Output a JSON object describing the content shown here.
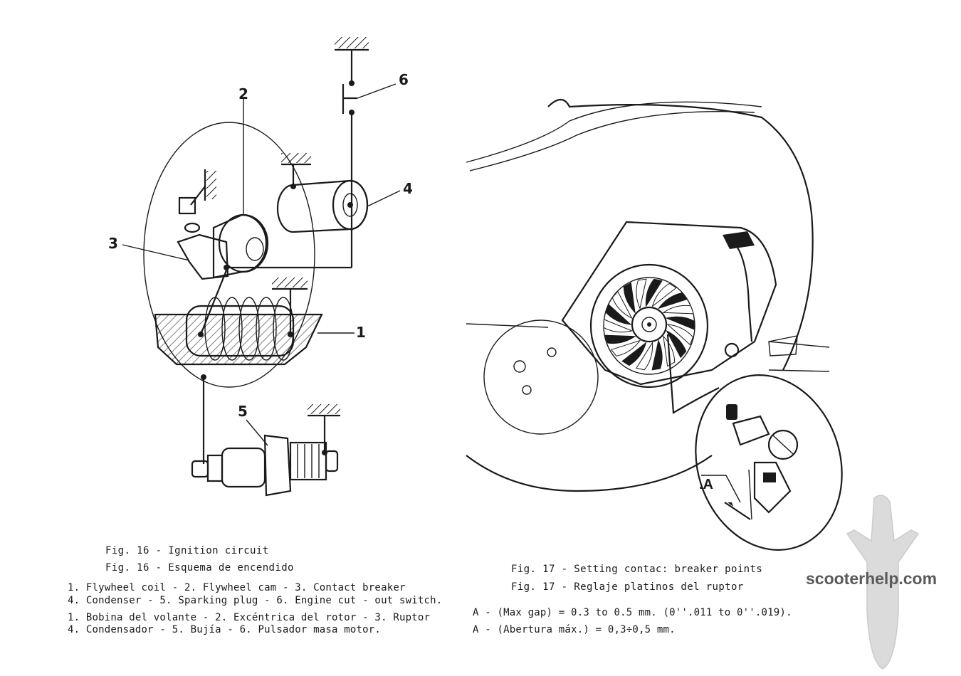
{
  "figure16": {
    "part_numbers": [
      "1",
      "2",
      "3",
      "4",
      "5",
      "6"
    ],
    "caption_en": "Fig. 16 - Ignition circuit",
    "caption_es": "Fig. 16 - Esquema de encendido",
    "legend_en_line1": "1. Flywheel coil - 2. Flywheel cam - 3. Contact breaker",
    "legend_en_line2": "4. Condenser - 5. Sparking plug - 6. Engine cut - out switch.",
    "legend_es_line1": "1. Bobina del volante - 2. Excéntrica del rotor - 3. Ruptor",
    "legend_es_line2": "4. Condensador - 5. Bujía - 6. Pulsador masa motor."
  },
  "figure17": {
    "gap_label": ".A",
    "caption_en": "Fig. 17 - Setting contac: breaker points",
    "caption_es": "Fig. 17 - Reglaje platinos del ruptor",
    "gap_note_en": "A - (Max gap) = 0.3 to 0.5 mm. (0''.011 to 0''.019).",
    "gap_note_es": "A - (Abertura máx.) = 0,3÷0,5 mm."
  },
  "watermark": {
    "text": "scooterhelp.com"
  },
  "colors": {
    "ink": "#1a1a1a",
    "paper": "#ffffff",
    "watermark": "#5a5a5a"
  }
}
